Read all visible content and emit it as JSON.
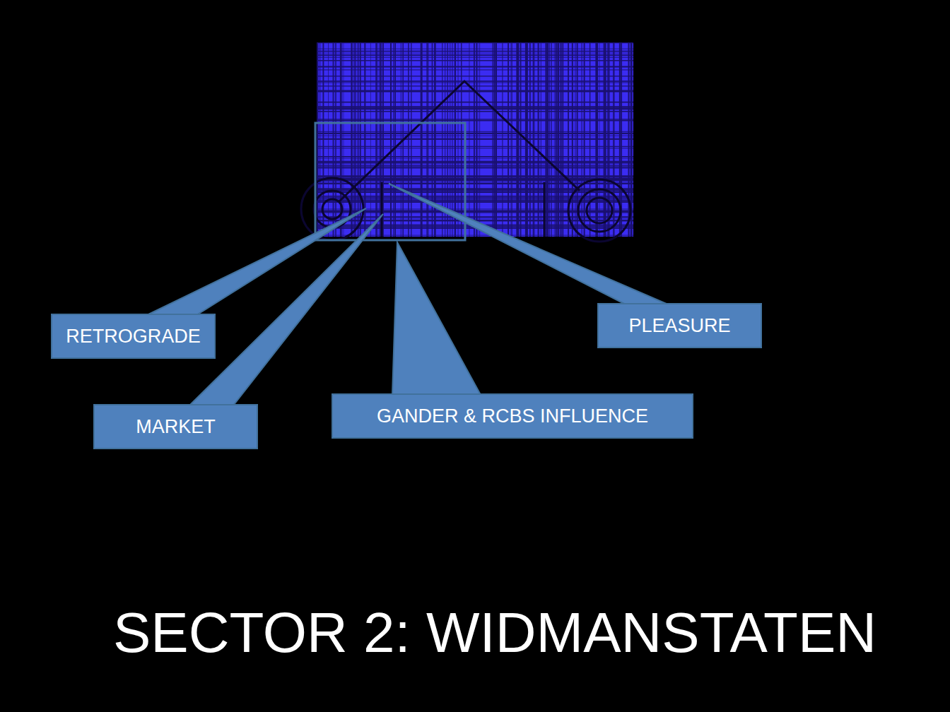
{
  "diagram": {
    "title": "SECTOR 2: WIDMANSTATEN",
    "nodes": [
      {
        "text": [
          "RETROGRADE"
        ]
      },
      {
        "text": [
          "PLEASURE"
        ]
      },
      {
        "text": [
          "MARKET"
        ]
      },
      {
        "text": [
          "GANDER & RCBS INFLUENCE"
        ]
      }
    ]
  }
}
